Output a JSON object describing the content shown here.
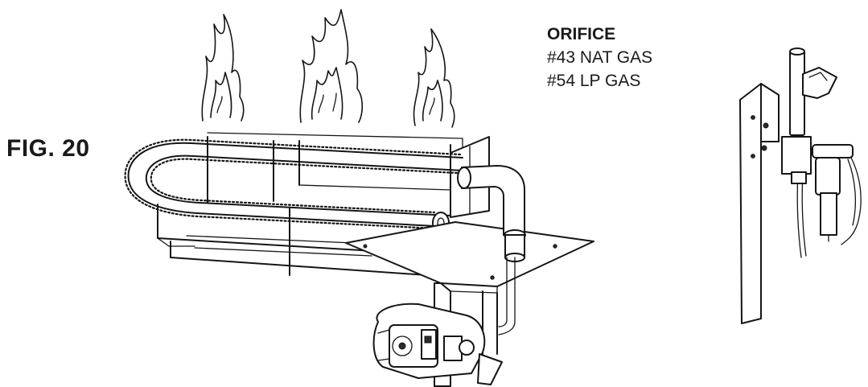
{
  "figure": {
    "label": "FIG. 20"
  },
  "orifice": {
    "heading": "ORIFICE",
    "lines": [
      "#43 NAT GAS",
      "#54 LP GAS"
    ]
  }
}
